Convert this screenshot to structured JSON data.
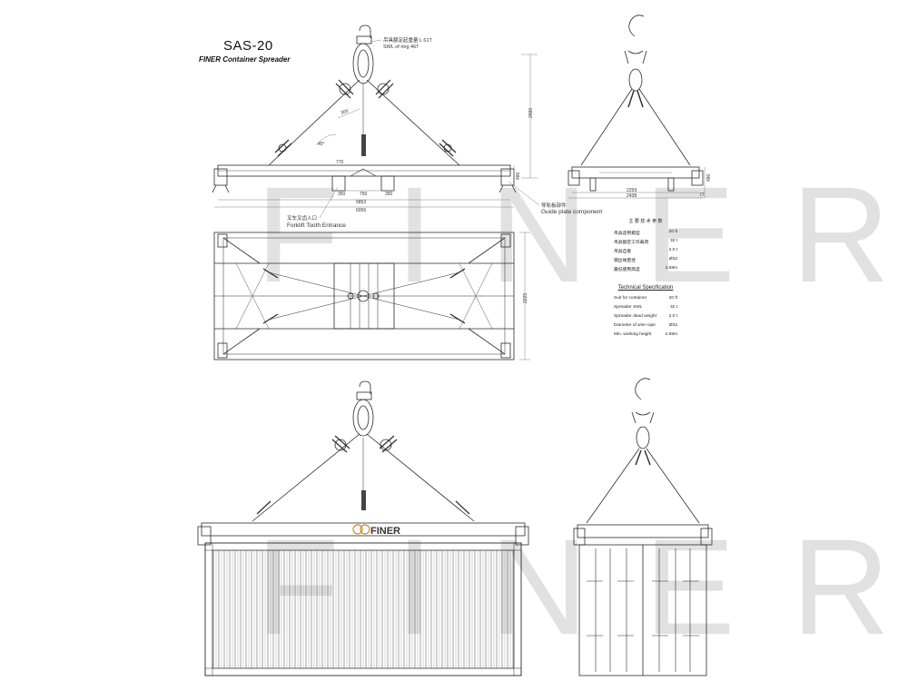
{
  "drawing": {
    "title": "SAS-20",
    "subtitle": "FINER  Container Spreader",
    "watermark": "FINER",
    "logo_text": "FINER",
    "notes": {
      "swl_cn": "吊具额定起重量 L 61T",
      "swl_en": "SWL of ring 46T",
      "guide_cn": "导轨板部件",
      "guide_en": "Guide plate component",
      "forklift_cn": "叉车叉齿入口",
      "forklift_en": "Forklift Tooth Entrance"
    },
    "dimensions": {
      "height_total": "2686",
      "angle": "45°",
      "len_300": "300",
      "len_770": "770",
      "len_350a": "350",
      "len_750": "750",
      "len_350b": "350",
      "len_5853": "5853",
      "len_6056": "6056",
      "len_480": "480",
      "width_2259": "2259",
      "width_2438": "2438",
      "side_77": "77",
      "side_490": "490",
      "plan_2225": "2225"
    }
  },
  "spec_cn": {
    "title": "主 要 技 术 参 数",
    "rows": [
      {
        "label": "吊具适用箱型",
        "value": "20 ft"
      },
      {
        "label": "吊具额定工作载荷",
        "value": "32 t"
      },
      {
        "label": "吊具自重",
        "value": "2.0 t"
      },
      {
        "label": "钢丝绳直径",
        "value": "Ø32"
      },
      {
        "label": "最低使用高度",
        "value": "2.69m"
      }
    ]
  },
  "spec_en": {
    "title": "Technical Specification",
    "rows": [
      {
        "label": "Suit for container",
        "value": "20 ft"
      },
      {
        "label": "Spreader SWL",
        "value": "32 t"
      },
      {
        "label": "Spreader dead weight",
        "value": "2.0 t"
      },
      {
        "label": "Diameter of wire rope",
        "value": "Ø32"
      },
      {
        "label": "Min. working height",
        "value": "2.69m"
      }
    ]
  },
  "colors": {
    "line": "#2a2a2a",
    "thin": "#555555",
    "watermark": "#bdbdbd"
  }
}
